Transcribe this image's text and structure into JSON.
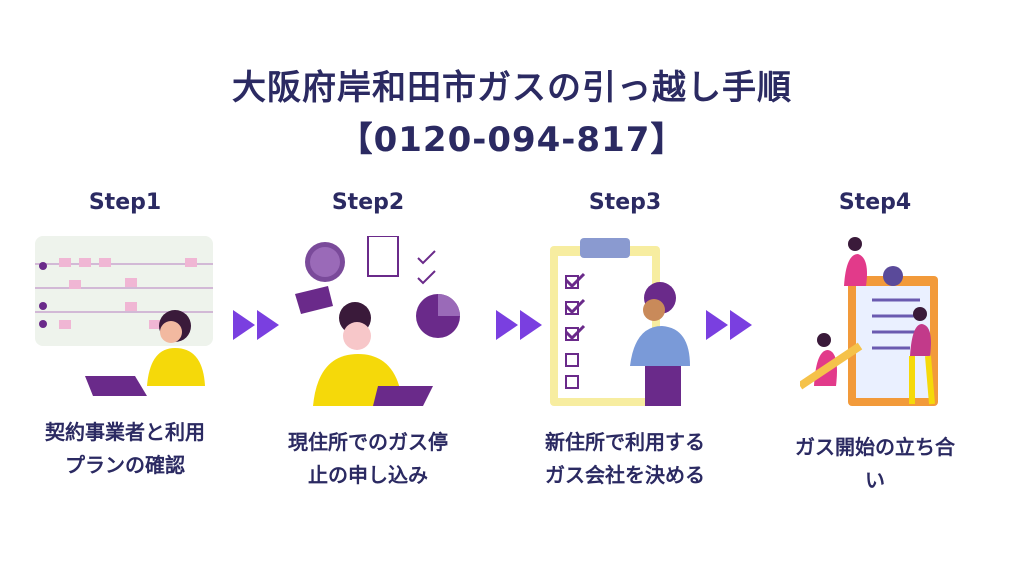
{
  "title_line1": "大阪府岸和田市ガスの引っ越し手順",
  "title_line2": "【0120-094-817】",
  "colors": {
    "text": "#2b2a62",
    "accent": "#7a3fe0",
    "purple": "#6a2a8a",
    "yellow": "#f5d90a"
  },
  "steps": [
    {
      "label": "Step1",
      "caption_line1": "契約事業者と利用",
      "caption_line2": "プランの確認",
      "icon": "calendar-worker-icon"
    },
    {
      "label": "Step2",
      "caption_line1": "現住所でのガス停",
      "caption_line2": "止の申し込み",
      "icon": "multitasking-icon"
    },
    {
      "label": "Step3",
      "caption_line1": "新住所で利用する",
      "caption_line2": "ガス会社を決める",
      "icon": "checklist-icon"
    },
    {
      "label": "Step4",
      "caption_line1": "ガス開始の立ち合",
      "caption_line2": "い",
      "icon": "clipboard-team-icon"
    }
  ]
}
